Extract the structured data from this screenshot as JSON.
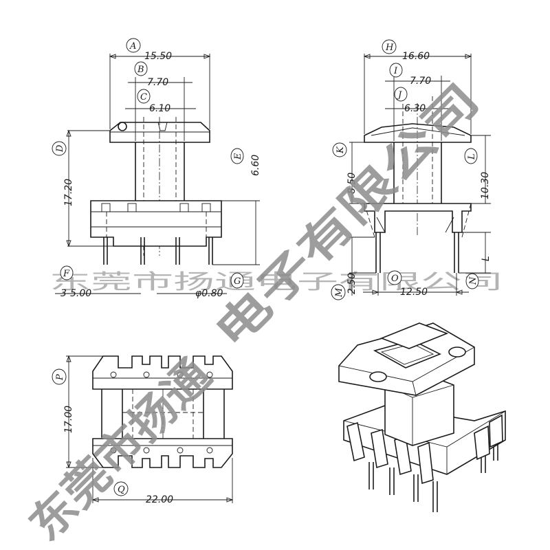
{
  "dimensions": {
    "top_left": {
      "width_overall": "15.50",
      "width_inner": "7.70",
      "width_core": "6.10",
      "height_overall": "17.20",
      "height_flange": "6.60",
      "pin_pitch": "3-5.00",
      "pin_diameter": "φ0.80"
    },
    "top_right": {
      "width_overall": "16.60",
      "width_inner": "7.70",
      "width_core": "6.30",
      "height_k": "8.50",
      "height_l": "10.30",
      "pin_length": "2.50",
      "row_spacing": "12.50",
      "pin_label": "L"
    },
    "bottom_left": {
      "height_overall": "17.00",
      "width_overall": "22.00"
    }
  },
  "labels": {
    "A": "A",
    "B": "B",
    "C": "C",
    "D": "D",
    "E": "E",
    "F": "F",
    "G": "G",
    "H": "H",
    "I": "I",
    "J": "J",
    "K": "K",
    "L": "L",
    "M": "M",
    "N": "N",
    "O": "O",
    "P": "P",
    "Q": "Q"
  },
  "watermark": {
    "light_line": "东莞市扬通电子有限公司",
    "bold_bottom": "东莞市扬通",
    "bold_diagonal": "电子有限公司"
  }
}
